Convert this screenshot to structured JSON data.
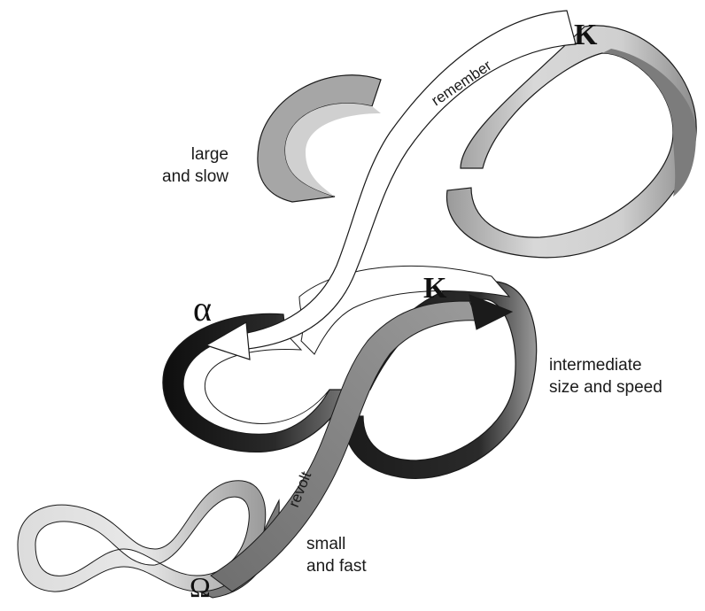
{
  "labels": {
    "large": "large",
    "and_slow": "and  slow",
    "intermediate": "intermediate",
    "size_speed": "size and speed",
    "small": "small",
    "and_fast": "and fast",
    "remember": "remember",
    "revolt": "revolt",
    "k_top": "K",
    "k_mid": "K",
    "alpha": "α",
    "omega": "Ω"
  },
  "colors": {
    "band_light": "#e4e4e4",
    "band_mid": "#b4b4b4",
    "band_dark": "#7a7a7a",
    "band_black": "#1b1b1b",
    "arrow_white": "#ffffff",
    "arrow_grey": "#8a8a8a",
    "stroke": "#1a1a1a"
  }
}
